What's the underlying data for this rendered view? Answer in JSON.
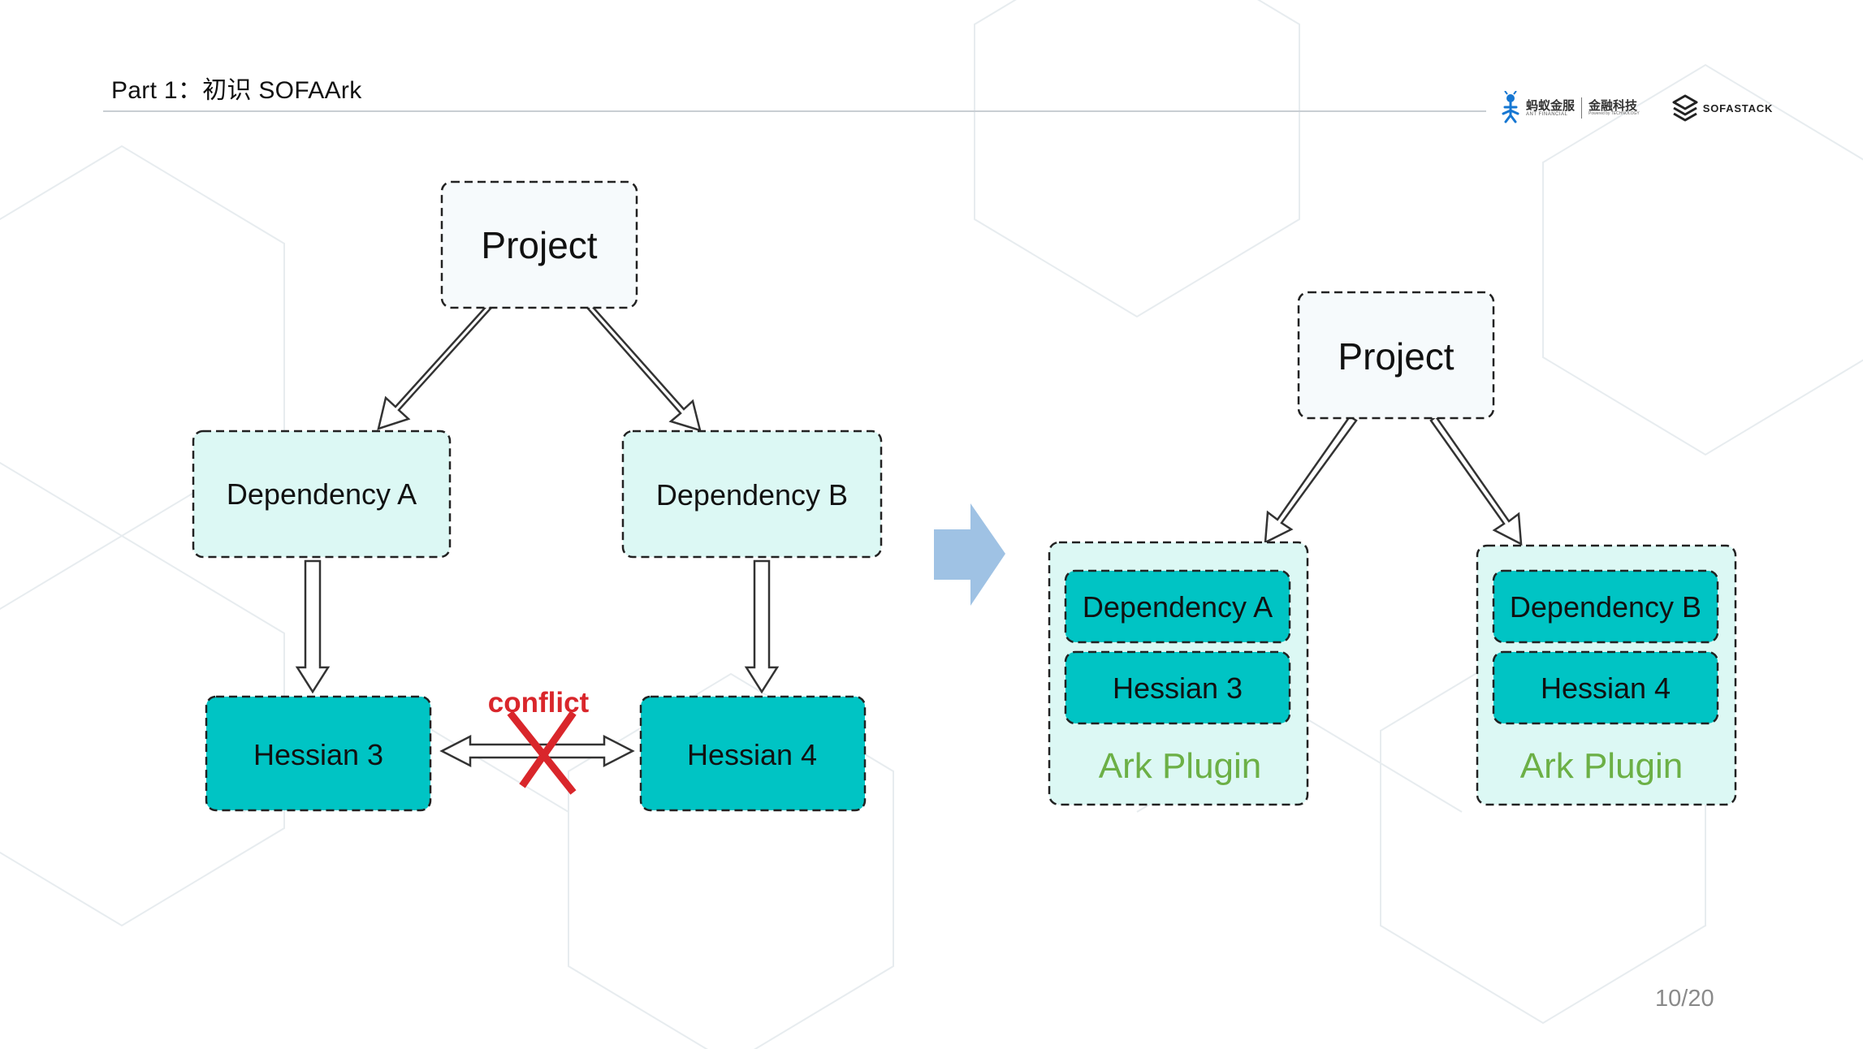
{
  "header": {
    "title": "Part 1：初识 SOFAArk"
  },
  "logos": {
    "ant_financial_cn": "蚂蚁金服",
    "ant_financial_en": "ANT FINANCIAL",
    "fintech_cn": "金融科技",
    "fintech_en": "Powered by TECHNOLOGY",
    "sofastack": "SOFASTACK"
  },
  "left_diagram": {
    "project_label": "Project",
    "dependency_a_label": "Dependency A",
    "dependency_b_label": "Dependency B",
    "hessian_3_label": "Hessian 3",
    "hessian_4_label": "Hessian 4",
    "conflict_label": "conflict"
  },
  "right_diagram": {
    "project_label": "Project",
    "plugin_a": {
      "dependency_label": "Dependency A",
      "hessian_label": "Hessian 3",
      "plugin_label": "Ark Plugin"
    },
    "plugin_b": {
      "dependency_label": "Dependency B",
      "hessian_label": "Hessian 4",
      "plugin_label": "Ark Plugin"
    }
  },
  "page_number": "10/20",
  "colors": {
    "project_fill": "#f6fafc",
    "dependency_fill": "#dcf8f4",
    "hessian_fill": "#00c4c4",
    "conflict_red": "#d9262b",
    "plugin_green": "#6cb046",
    "transition_arrow": "#9fc2e4"
  }
}
